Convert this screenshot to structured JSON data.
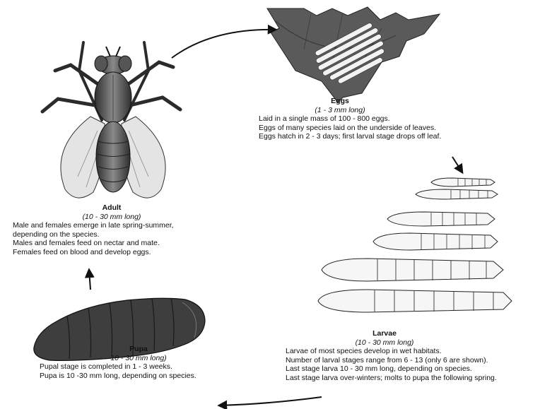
{
  "diagram": {
    "stages": {
      "eggs": {
        "title": "Eggs",
        "size": "(1 - 3 mm long)",
        "lines": [
          "Laid in a single mass of 100 - 800 eggs.",
          "Eggs of many species laid on the underside of leaves.",
          "Eggs hatch in 2 - 3 days; first larval stage drops off leaf."
        ]
      },
      "larvae": {
        "title": "Larvae",
        "size": "(10 - 30 mm long)",
        "lines": [
          "Larvae of most species develop in wet habitats.",
          "Number of larval stages range from 6 - 13 (only 6 are shown).",
          "Last stage larva 10 - 30 mm long,  depending on species.",
          "Last stage larva over-winters; molts to pupa the following spring."
        ]
      },
      "pupa": {
        "title": "Pupa",
        "size": "10 - 30 mm long)",
        "lines": [
          "Pupal stage is completed in 1 - 3 weeks.",
          "Pupa is 10 -30 mm long, depending on species."
        ]
      },
      "adult": {
        "title": "Adult",
        "size": "(10 - 30 mm long)",
        "lines": [
          "Male and females emerge in late spring-summer,",
          "depending on the species.",
          "Males and females feed on nectar and mate.",
          "Females feed on blood and develop eggs."
        ]
      }
    },
    "colors": {
      "leaf": "#555555",
      "body_dark": "#3a3a3a",
      "body_mid": "#6b6b6b",
      "wing": "#e4e4e4",
      "egg": "#f2f2f2",
      "outline": "#111111"
    }
  }
}
